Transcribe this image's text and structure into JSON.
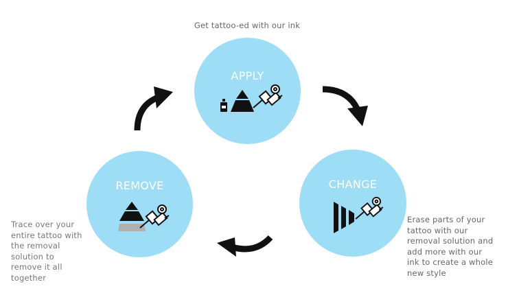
{
  "captions": {
    "top": "Get tattoo-ed with our ink",
    "left": "Trace over your entire tattoo with the removal solution to remove it all together",
    "right": "Erase parts of your tattoo with our removal solution and add more with our ink to create a whole new style"
  },
  "steps": {
    "apply": {
      "label": "APPLY"
    },
    "change": {
      "label": "CHANGE"
    },
    "remove": {
      "label": "REMOVE"
    }
  },
  "icons": {
    "apply": [
      "ink-bottle-icon",
      "pyramid-icon",
      "tattoo-machine-icon"
    ],
    "change": [
      "erase-bars-icon",
      "tattoo-machine-icon"
    ],
    "remove": [
      "pyramid-icon",
      "tattoo-machine-icon"
    ],
    "arrows": [
      "curved-arrow-apply-to-change",
      "curved-arrow-change-to-remove",
      "curved-arrow-remove-to-apply"
    ]
  },
  "colors": {
    "circle": "#9dddf6",
    "label": "#ffffff",
    "arrow": "#111111",
    "caption": "#666666"
  }
}
